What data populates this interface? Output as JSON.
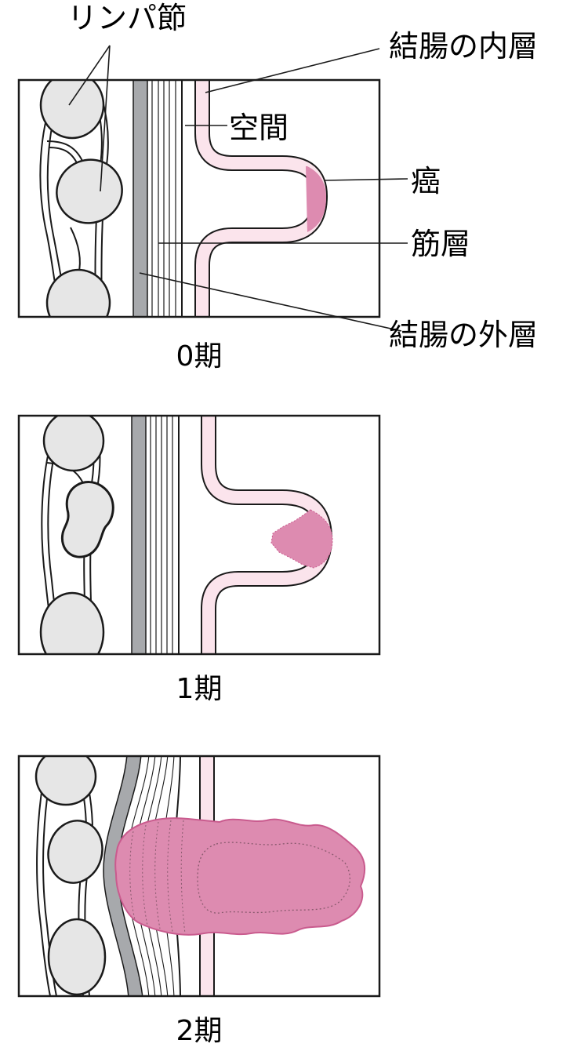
{
  "labels": {
    "lymph_node": "リンパ節",
    "colon_inner_layer": "結腸の内層",
    "lumen": "空間",
    "cancer": "癌",
    "muscle_layer": "筋層",
    "colon_outer_layer": "結腸の外層"
  },
  "stages": [
    {
      "caption": "0期"
    },
    {
      "caption": "1期"
    },
    {
      "caption": "2期"
    }
  ],
  "colors": {
    "lymph_node_fill": "#e6e6e6",
    "outer_layer": "#a7a9ac",
    "inner_layer": "#fbe4ec",
    "cancer": "#dd8bb0",
    "cancer_dark": "#c95b8e",
    "line": "#1a1a1a"
  }
}
